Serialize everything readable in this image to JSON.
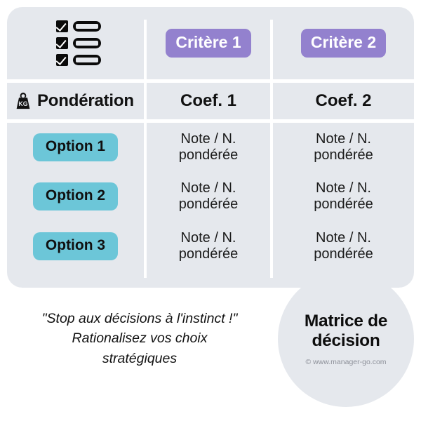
{
  "card": {
    "background_color": "#e5e8ed",
    "divider_color": "#ffffff"
  },
  "header": {
    "checklist_icon": "checklist-icon",
    "criteria": [
      {
        "label": "Critère 1",
        "color": "#9381ce"
      },
      {
        "label": "Critère 2",
        "color": "#9381ce"
      }
    ]
  },
  "weighting_row": {
    "icon": "weight-kg-icon",
    "icon_text": "KG",
    "label": "Pondération",
    "coefficients": [
      "Coef. 1",
      "Coef. 2"
    ]
  },
  "options": [
    {
      "label": "Option 1",
      "color": "#6cc6d8"
    },
    {
      "label": "Option 2",
      "color": "#6cc6d8"
    },
    {
      "label": "Option 3",
      "color": "#6cc6d8"
    }
  ],
  "cells": [
    [
      {
        "line1": "Note / N.",
        "line2": "pondérée"
      },
      {
        "line1": "Note / N.",
        "line2": "pondérée"
      }
    ],
    [
      {
        "line1": "Note / N.",
        "line2": "pondérée"
      },
      {
        "line1": "Note / N.",
        "line2": "pondérée"
      }
    ],
    [
      {
        "line1": "Note / N.",
        "line2": "pondérée"
      },
      {
        "line1": "Note / N.",
        "line2": "pondérée"
      }
    ]
  ],
  "footer": {
    "quote_line1": "\"Stop aux décisions à l'instinct !\"",
    "quote_line2": "Rationalisez vos choix",
    "quote_line3": "stratégiques"
  },
  "brand": {
    "title_line1": "Matrice de",
    "title_line2": "décision",
    "copyright": "© www.manager-go.com"
  }
}
